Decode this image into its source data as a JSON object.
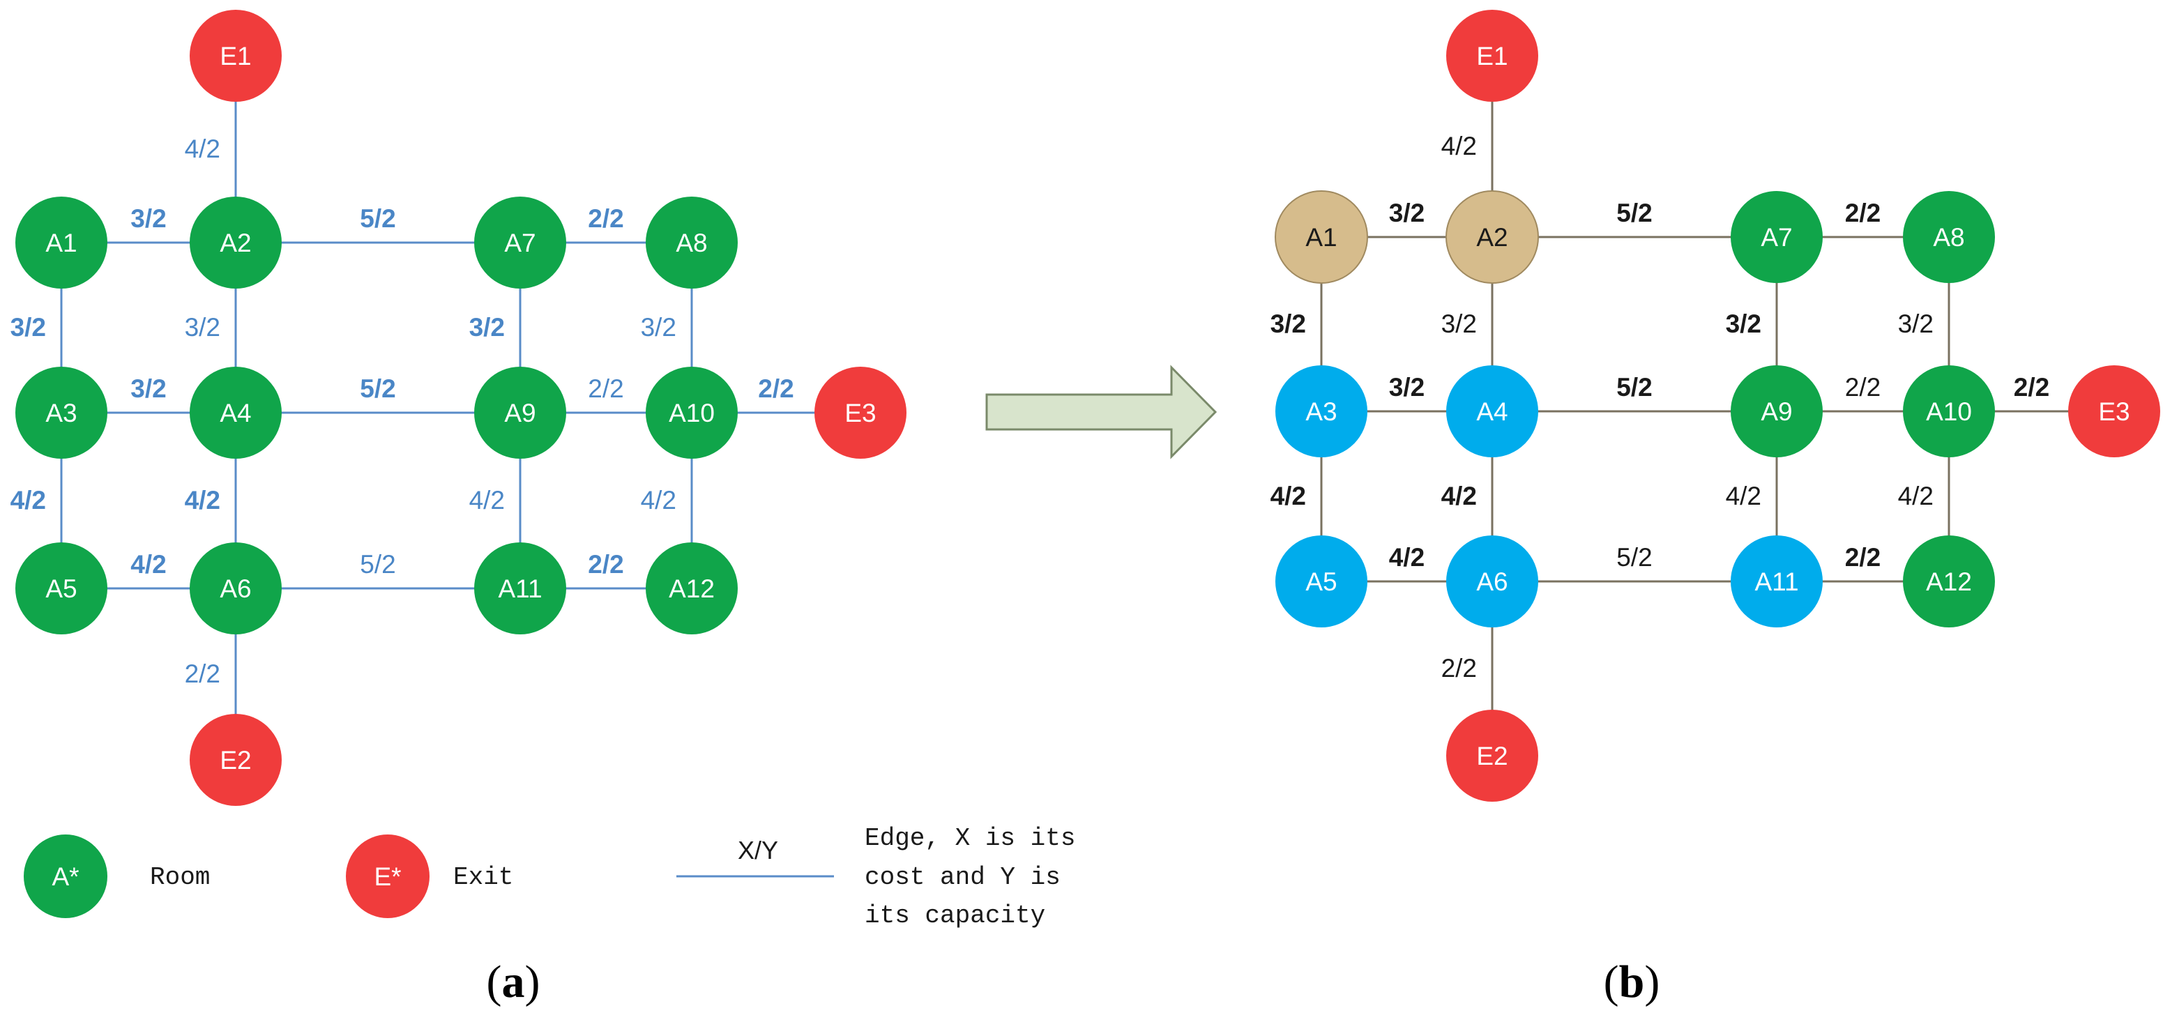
{
  "colors": {
    "room": "#10a54a",
    "exit": "#f03c3c",
    "visited": "#d6bc8c",
    "frontier": "#00acec",
    "edge_a": "#5a8cc8",
    "edge_a_label": "#4a86c6",
    "edge_b": "#7a7260",
    "edge_b_label": "#1a1a1a",
    "arrow_fill": "#d8e4cc",
    "arrow_stroke": "#7a8a6a"
  },
  "panel_a": {
    "caption_open": "(",
    "caption_letter": "a",
    "caption_close": ")",
    "nodes": [
      {
        "id": "E1",
        "label": "E1",
        "kind": "exit"
      },
      {
        "id": "A1",
        "label": "A1",
        "kind": "room"
      },
      {
        "id": "A2",
        "label": "A2",
        "kind": "room"
      },
      {
        "id": "A7",
        "label": "A7",
        "kind": "room"
      },
      {
        "id": "A8",
        "label": "A8",
        "kind": "room"
      },
      {
        "id": "A3",
        "label": "A3",
        "kind": "room"
      },
      {
        "id": "A4",
        "label": "A4",
        "kind": "room"
      },
      {
        "id": "A9",
        "label": "A9",
        "kind": "room"
      },
      {
        "id": "A10",
        "label": "A10",
        "kind": "room"
      },
      {
        "id": "E3",
        "label": "E3",
        "kind": "exit"
      },
      {
        "id": "A5",
        "label": "A5",
        "kind": "room"
      },
      {
        "id": "A6",
        "label": "A6",
        "kind": "room"
      },
      {
        "id": "A11",
        "label": "A11",
        "kind": "room"
      },
      {
        "id": "A12",
        "label": "A12",
        "kind": "room"
      },
      {
        "id": "E2",
        "label": "E2",
        "kind": "exit"
      }
    ],
    "edges": [
      {
        "from": "E1",
        "to": "A2",
        "label": "4/2",
        "bold": false
      },
      {
        "from": "A1",
        "to": "A2",
        "label": "3/2",
        "bold": true
      },
      {
        "from": "A2",
        "to": "A7",
        "label": "5/2",
        "bold": true
      },
      {
        "from": "A7",
        "to": "A8",
        "label": "2/2",
        "bold": true
      },
      {
        "from": "A1",
        "to": "A3",
        "label": "3/2",
        "bold": true
      },
      {
        "from": "A2",
        "to": "A4",
        "label": "3/2",
        "bold": false
      },
      {
        "from": "A7",
        "to": "A9",
        "label": "3/2",
        "bold": true
      },
      {
        "from": "A8",
        "to": "A10",
        "label": "3/2",
        "bold": false
      },
      {
        "from": "A3",
        "to": "A4",
        "label": "3/2",
        "bold": true
      },
      {
        "from": "A4",
        "to": "A9",
        "label": "5/2",
        "bold": true
      },
      {
        "from": "A9",
        "to": "A10",
        "label": "2/2",
        "bold": false
      },
      {
        "from": "A10",
        "to": "E3",
        "label": "2/2",
        "bold": true
      },
      {
        "from": "A3",
        "to": "A5",
        "label": "4/2",
        "bold": true
      },
      {
        "from": "A4",
        "to": "A6",
        "label": "4/2",
        "bold": true
      },
      {
        "from": "A9",
        "to": "A11",
        "label": "4/2",
        "bold": false
      },
      {
        "from": "A10",
        "to": "A12",
        "label": "4/2",
        "bold": false
      },
      {
        "from": "A5",
        "to": "A6",
        "label": "4/2",
        "bold": true
      },
      {
        "from": "A6",
        "to": "A11",
        "label": "5/2",
        "bold": false
      },
      {
        "from": "A11",
        "to": "A12",
        "label": "2/2",
        "bold": true
      },
      {
        "from": "A6",
        "to": "E2",
        "label": "2/2",
        "bold": false
      }
    ],
    "legend": {
      "room_symbol": "A*",
      "room_label": "Room",
      "exit_symbol": "E*",
      "exit_label": "Exit",
      "edge_symbol": "X/Y",
      "edge_line1": "Edge, X is its",
      "edge_line2": "cost and Y is",
      "edge_line3": "its  capacity"
    }
  },
  "panel_b": {
    "caption_open": "(",
    "caption_letter": "b",
    "caption_close": ")",
    "nodes": [
      {
        "id": "E1",
        "label": "E1",
        "kind": "exit"
      },
      {
        "id": "A1",
        "label": "A1",
        "kind": "visited"
      },
      {
        "id": "A2",
        "label": "A2",
        "kind": "visited"
      },
      {
        "id": "A7",
        "label": "A7",
        "kind": "room"
      },
      {
        "id": "A8",
        "label": "A8",
        "kind": "room"
      },
      {
        "id": "A3",
        "label": "A3",
        "kind": "frontier"
      },
      {
        "id": "A4",
        "label": "A4",
        "kind": "frontier"
      },
      {
        "id": "A9",
        "label": "A9",
        "kind": "room"
      },
      {
        "id": "A10",
        "label": "A10",
        "kind": "room"
      },
      {
        "id": "E3",
        "label": "E3",
        "kind": "exit"
      },
      {
        "id": "A5",
        "label": "A5",
        "kind": "frontier"
      },
      {
        "id": "A6",
        "label": "A6",
        "kind": "frontier"
      },
      {
        "id": "A11",
        "label": "A11",
        "kind": "frontier"
      },
      {
        "id": "A12",
        "label": "A12",
        "kind": "room"
      },
      {
        "id": "E2",
        "label": "E2",
        "kind": "exit"
      }
    ],
    "edges": [
      {
        "from": "E1",
        "to": "A2",
        "label": "4/2",
        "bold": false
      },
      {
        "from": "A1",
        "to": "A2",
        "label": "3/2",
        "bold": true
      },
      {
        "from": "A2",
        "to": "A7",
        "label": "5/2",
        "bold": true
      },
      {
        "from": "A7",
        "to": "A8",
        "label": "2/2",
        "bold": true
      },
      {
        "from": "A1",
        "to": "A3",
        "label": "3/2",
        "bold": true
      },
      {
        "from": "A2",
        "to": "A4",
        "label": "3/2",
        "bold": false
      },
      {
        "from": "A7",
        "to": "A9",
        "label": "3/2",
        "bold": true
      },
      {
        "from": "A8",
        "to": "A10",
        "label": "3/2",
        "bold": false
      },
      {
        "from": "A3",
        "to": "A4",
        "label": "3/2",
        "bold": true
      },
      {
        "from": "A4",
        "to": "A9",
        "label": "5/2",
        "bold": true
      },
      {
        "from": "A9",
        "to": "A10",
        "label": "2/2",
        "bold": false
      },
      {
        "from": "A10",
        "to": "E3",
        "label": "2/2",
        "bold": true
      },
      {
        "from": "A3",
        "to": "A5",
        "label": "4/2",
        "bold": true
      },
      {
        "from": "A4",
        "to": "A6",
        "label": "4/2",
        "bold": true
      },
      {
        "from": "A9",
        "to": "A11",
        "label": "4/2",
        "bold": false
      },
      {
        "from": "A10",
        "to": "A12",
        "label": "4/2",
        "bold": false
      },
      {
        "from": "A5",
        "to": "A6",
        "label": "4/2",
        "bold": true
      },
      {
        "from": "A6",
        "to": "A11",
        "label": "5/2",
        "bold": false
      },
      {
        "from": "A11",
        "to": "A12",
        "label": "2/2",
        "bold": true
      },
      {
        "from": "A6",
        "to": "E2",
        "label": "2/2",
        "bold": false
      }
    ]
  }
}
